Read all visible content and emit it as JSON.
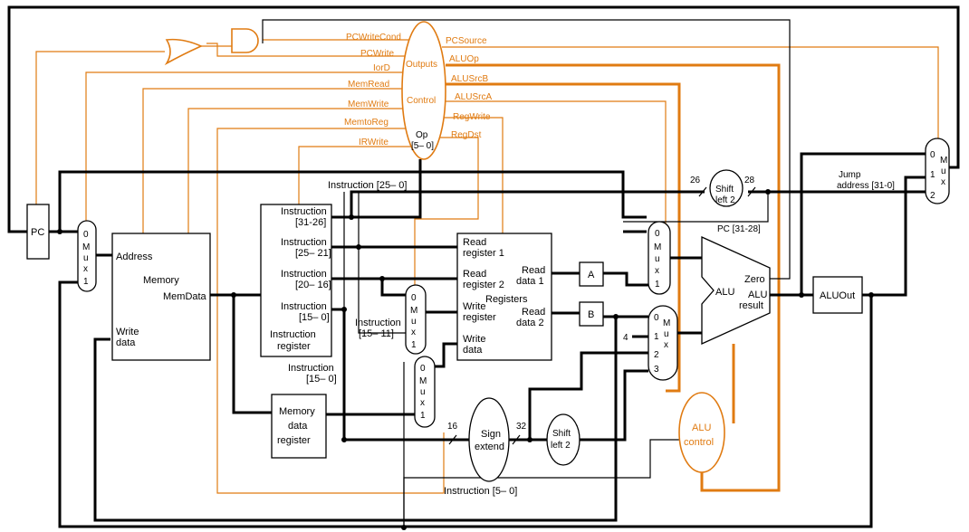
{
  "colors": {
    "control": "#e07b12",
    "datapath": "#000000",
    "background": "#ffffff"
  },
  "blocks": {
    "pc": "PC",
    "mem_address": "Address",
    "mem_title": "Memory",
    "mem_memdata": "MemData",
    "mem_write_1": "Write",
    "mem_write_2": "data",
    "ir_field_1a": "Instruction",
    "ir_field_1b": "[31-26]",
    "ir_field_2a": "Instruction",
    "ir_field_2b": "[25– 21]",
    "ir_field_3a": "Instruction",
    "ir_field_3b": "[20– 16]",
    "ir_field_4a": "Instruction",
    "ir_field_4b": "[15– 0]",
    "ir_name_1": "Instruction",
    "ir_name_2": "register",
    "mdr_1": "Memory",
    "mdr_2": "data",
    "mdr_3": "register",
    "reg_read1_a": "Read",
    "reg_read1_b": "register 1",
    "reg_read2_a": "Read",
    "reg_read2_b": "register 2",
    "reg_write_a": "Write",
    "reg_write_b": "register",
    "reg_wdata_a": "Write",
    "reg_wdata_b": "data",
    "reg_title": "Registers",
    "reg_rd1_a": "Read",
    "reg_rd1_b": "data 1",
    "reg_rd2_a": "Read",
    "reg_rd2_b": "data 2",
    "a": "A",
    "b": "B",
    "alu": "ALU",
    "alu_zero": "Zero",
    "alu_result_1": "ALU",
    "alu_result_2": "result",
    "aluout": "ALUOut",
    "sign_1": "Sign",
    "sign_2": "extend",
    "shift1_1": "Shift",
    "shift1_2": "left 2",
    "shift2_1": "Shift",
    "shift2_2": "left 2",
    "alu_control_1": "ALU",
    "alu_control_2": "control"
  },
  "control_unit": {
    "outputs": "Outputs",
    "control": "Control",
    "op_1": "Op",
    "op_2": "[5– 0]"
  },
  "control_signals": {
    "pcwritecond": "PCWriteCond",
    "pcwrite": "PCWrite",
    "iord": "IorD",
    "memread": "MemRead",
    "memwrite": "MemWrite",
    "memtoreg": "MemtoReg",
    "irwrite": "IRWrite",
    "pcsource": "PCSource",
    "aluop": "ALUOp",
    "alusrcb": "ALUSrcB",
    "alusrca": "ALUSrcA",
    "regwrite": "RegWrite",
    "regdst": "RegDst"
  },
  "mux": {
    "m": "M",
    "u": "u",
    "x": "x",
    "in0": "0",
    "in1": "1",
    "in2": "2",
    "in3": "3"
  },
  "labels": {
    "instr_25_0": "Instruction [25– 0]",
    "instr_15_11_a": "Instruction",
    "instr_15_11_b": "[15– 11]",
    "instr_15_0_a": "Instruction",
    "instr_15_0_b": "[15– 0]",
    "instr_5_0": "Instruction [5– 0]",
    "pc_31_28": "PC [31-28]",
    "jump_1": "Jump",
    "jump_2": "address [31-0]",
    "width_26": "26",
    "width_28": "28",
    "width_16": "16",
    "width_32": "32",
    "const_4": "4"
  }
}
